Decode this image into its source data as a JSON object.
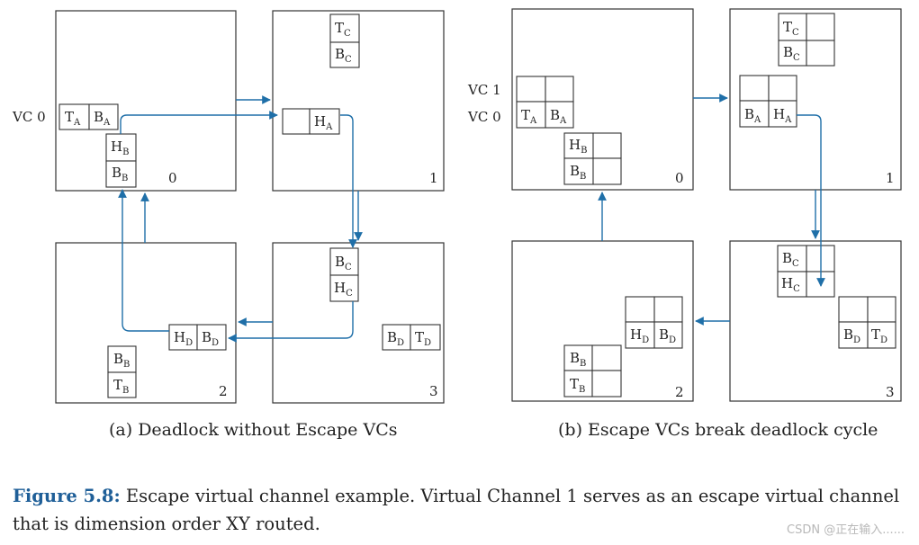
{
  "panel_a": {
    "caption": "(a) Deadlock without Escape VCs",
    "vc0_label": "VC 0",
    "routers": [
      "0",
      "1",
      "2",
      "3"
    ],
    "r0": {
      "tA": "T",
      "tAsub": "A",
      "bA": "B",
      "bAsub": "A",
      "hB": "H",
      "hBsub": "B",
      "bB": "B",
      "bBsub": "B"
    },
    "r1": {
      "tC": "T",
      "tCsub": "C",
      "bC": "B",
      "bCsub": "C",
      "hA": "H",
      "hAsub": "A"
    },
    "r2": {
      "hD": "H",
      "hDsub": "D",
      "bD": "B",
      "bDsub": "D",
      "bB": "B",
      "bBsub": "B",
      "tB": "T",
      "tBsub": "B"
    },
    "r3": {
      "bC": "B",
      "bCsub": "C",
      "hC": "H",
      "hCsub": "C",
      "bD": "B",
      "bDsub": "D",
      "tD": "T",
      "tDsub": "D"
    }
  },
  "panel_b": {
    "caption": "(b) Escape VCs break deadlock cycle",
    "vc1_label": "VC 1",
    "vc0_label": "VC 0",
    "routers": [
      "0",
      "1",
      "2",
      "3"
    ],
    "r0": {
      "tA": "T",
      "tAsub": "A",
      "bA": "B",
      "bAsub": "A",
      "hB": "H",
      "hBsub": "B",
      "bB": "B",
      "bBsub": "B"
    },
    "r1": {
      "tC": "T",
      "tCsub": "C",
      "bC": "B",
      "bCsub": "C",
      "bA": "B",
      "bAsub": "A",
      "hA": "H",
      "hAsub": "A"
    },
    "r2": {
      "hD": "H",
      "hDsub": "D",
      "bD": "B",
      "bDsub": "D",
      "bB": "B",
      "bBsub": "B",
      "tB": "T",
      "tBsub": "B"
    },
    "r3": {
      "bC": "B",
      "bCsub": "C",
      "hC": "H",
      "hCsub": "C",
      "bD": "B",
      "bDsub": "D",
      "tD": "T",
      "tDsub": "D"
    }
  },
  "caption": {
    "label": "Figure 5.8:",
    "text": " Escape virtual channel example. Virtual Channel 1 serves as an escape virtual channel that is dimension order XY routed."
  },
  "watermark": "CSDN @正在输入......",
  "colors": {
    "flow": "#1f6fa8",
    "figure_label": "#1f5f98"
  }
}
